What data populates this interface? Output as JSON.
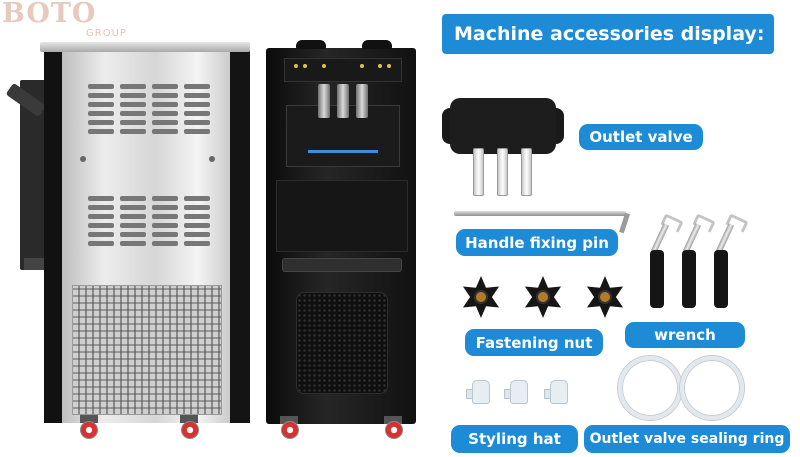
{
  "logo": {
    "main": "BOTO",
    "sub": "GROUP"
  },
  "title": "Machine accessories display:",
  "accessories": [
    {
      "id": "outlet-valve",
      "label": "Outlet valve"
    },
    {
      "id": "handle-fixing-pin",
      "label": "Handle fixing pin"
    },
    {
      "id": "fastening-nut",
      "label": "Fastening nut"
    },
    {
      "id": "wrench",
      "label": "wrench"
    },
    {
      "id": "styling-hat",
      "label": "Styling hat"
    },
    {
      "id": "outlet-valve-sealing-ring",
      "label": "Outlet valve sealing ring"
    }
  ],
  "colors": {
    "accent": "#1e8bd6",
    "logo": "#e7c9bd",
    "wheel": "#d93030"
  }
}
